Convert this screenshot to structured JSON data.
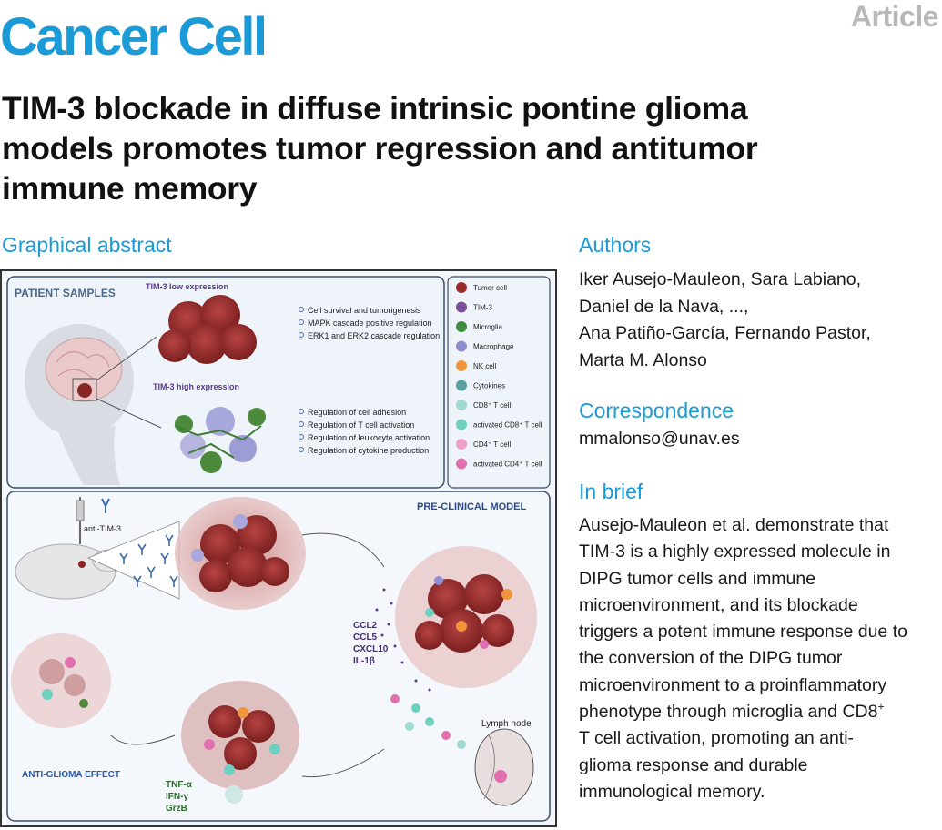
{
  "header": {
    "article_type": "Article",
    "journal": "Cancer Cell",
    "title_lines": [
      "TIM-3 blockade in diffuse intrinsic pontine glioma",
      "models promotes tumor regression and antitumor",
      "immune memory"
    ]
  },
  "sections": {
    "graphical_abstract": "Graphical abstract",
    "authors": "Authors",
    "correspondence": "Correspondence",
    "in_brief": "In brief"
  },
  "authors_lines": [
    "Iker Ausejo-Mauleon, Sara Labiano,",
    "Daniel de la Nava, ...,",
    "Ana Patiño-García, Fernando Pastor,",
    "Marta M. Alonso"
  ],
  "correspondence_email": "mmalonso@unav.es",
  "in_brief_lines": [
    "Ausejo-Mauleon et al. demonstrate that",
    "TIM-3 is a highly expressed molecule in",
    "DIPG tumor cells and immune",
    "microenvironment, and its blockade",
    "triggers a potent immune response due to",
    "the conversion of the DIPG tumor",
    "microenvironment to a proinflammatory",
    "phenotype through microglia and CD8",
    "T cell activation, promoting an anti-",
    "glioma response and durable",
    "immunological memory."
  ],
  "in_brief_superscript": "+",
  "graphical_abstract": {
    "patient_samples_label": "PATIENT SAMPLES",
    "low_expression_label": "TIM-3 low expression",
    "high_expression_label": "TIM-3 high expression",
    "low_pathways": [
      "Cell survival and tumorigenesis",
      "MAPK cascade positive regulation",
      "ERK1 and ERK2 cascade regulation"
    ],
    "high_pathways": [
      "Regulation of cell adhesion",
      "Regulation of T cell activation",
      "Regulation of leukocyte activation",
      "Regulation of cytokine production"
    ],
    "legend": [
      {
        "label": "Tumor cell",
        "color": "#9b2a2a"
      },
      {
        "label": "TIM-3",
        "color": "#7a4f9a"
      },
      {
        "label": "Microglia",
        "color": "#3f8a3a"
      },
      {
        "label": "Macrophage",
        "color": "#8e8fd0"
      },
      {
        "label": "NK cell",
        "color": "#f0953a"
      },
      {
        "label": "Cytokines",
        "color": "#5aa0a0"
      },
      {
        "label": "CD8⁺ T cell",
        "color": "#9fd9d0"
      },
      {
        "label": "activated CD8⁺ T cell",
        "color": "#6fcfc0"
      },
      {
        "label": "CD4⁺ T cell",
        "color": "#f0a0c8"
      },
      {
        "label": "activated CD4⁺ T cell",
        "color": "#e070b0"
      }
    ],
    "preclinical_label": "PRE-CLINICAL MODEL",
    "anti_tim3_label": "anti-TIM-3",
    "chemokines": [
      "CCL2",
      "CCL5",
      "CXCL10",
      "IL-1β"
    ],
    "lymph_node_label": "Lymph node",
    "effectors": [
      "TNF-α",
      "IFN-γ",
      "GrzB"
    ],
    "anti_glioma_label": "ANTI-GLIOMA EFFECT"
  }
}
